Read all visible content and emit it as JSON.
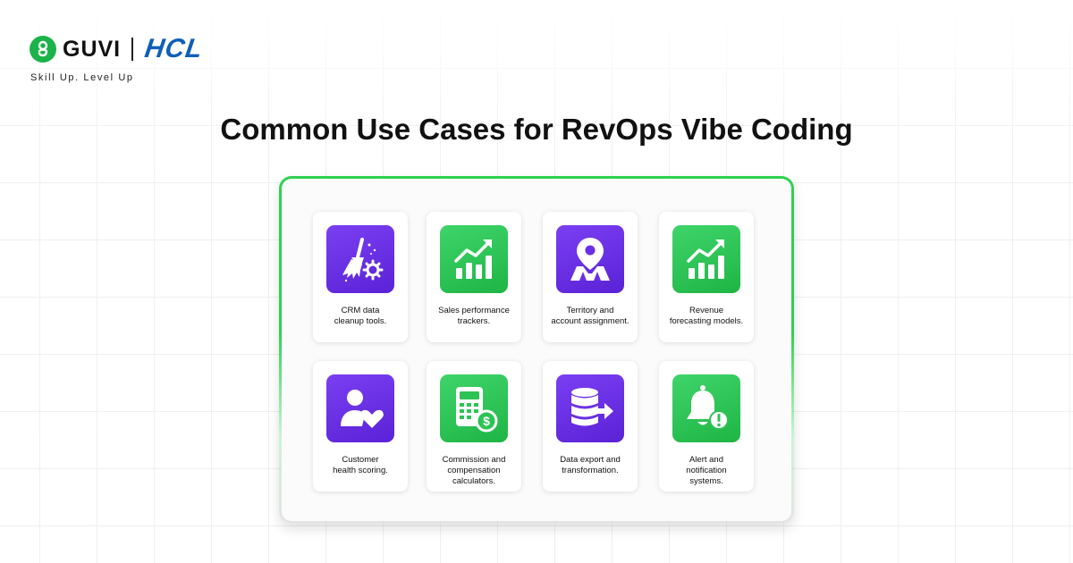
{
  "brand": {
    "guvi": "GUVI",
    "hcl": "HCL",
    "tagline": "Skill Up. Level Up"
  },
  "title": "Common Use Cases for RevOps Vibe Coding",
  "colors": {
    "accent_green": "#2fd150",
    "tile_purple": "#6a2ee6",
    "tile_green": "#2cc354",
    "hcl_blue": "#0f5fb6"
  },
  "cards": [
    {
      "label": "CRM data\ncleanup tools.",
      "icon": "broom-gear-icon",
      "tile": "purple"
    },
    {
      "label": "Sales performance\ntrackers.",
      "icon": "rising-chart-icon",
      "tile": "green"
    },
    {
      "label": "Territory and\naccount assignment.",
      "icon": "map-pin-icon",
      "tile": "purple"
    },
    {
      "label": "Revenue\nforecasting models.",
      "icon": "rising-chart-icon",
      "tile": "green"
    },
    {
      "label": "Customer\nhealth scoring.",
      "icon": "user-heart-icon",
      "tile": "purple"
    },
    {
      "label": "Commission and\ncompensation\ncalculators.",
      "icon": "calculator-dollar-icon",
      "tile": "green"
    },
    {
      "label": "Data export and\ntransformation.",
      "icon": "database-export-icon",
      "tile": "purple"
    },
    {
      "label": "Alert and\nnotification\nsystems.",
      "icon": "bell-alert-icon",
      "tile": "green"
    }
  ]
}
